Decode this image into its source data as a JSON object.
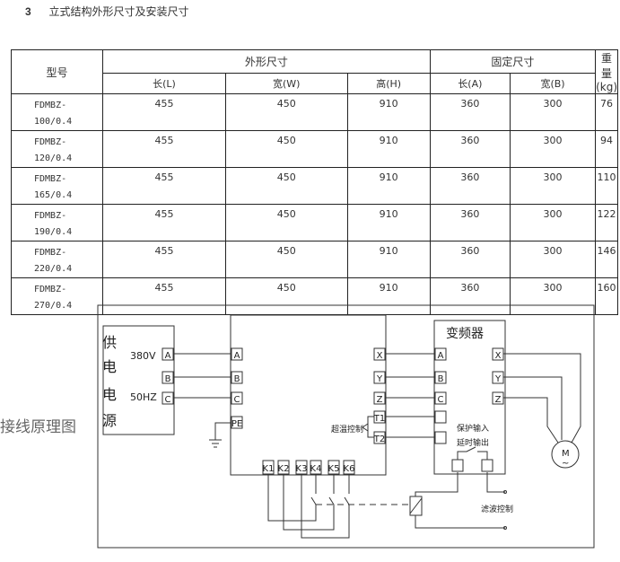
{
  "heading": {
    "number": "3",
    "title": "立式结构外形尺寸及安装尺寸"
  },
  "table": {
    "headers": {
      "model": "型号",
      "outer": "外形尺寸",
      "fixed": "固定尺寸",
      "weight": "重量 (kg)",
      "L": "长(L)",
      "W": "宽(W)",
      "H": "高(H)",
      "A": "长(A)",
      "B": "宽(B)"
    },
    "rows": [
      {
        "model1": "FDMBZ-",
        "model2": "100/0.4",
        "L": "455",
        "W": "450",
        "H": "910",
        "A": "360",
        "B": "300",
        "kg": "76"
      },
      {
        "model1": "FDMBZ-",
        "model2": "120/0.4",
        "L": "455",
        "W": "450",
        "H": "910",
        "A": "360",
        "B": "300",
        "kg": "94"
      },
      {
        "model1": "FDMBZ-",
        "model2": "165/0.4",
        "L": "455",
        "W": "450",
        "H": "910",
        "A": "360",
        "B": "300",
        "kg": "110"
      },
      {
        "model1": "FDMBZ-",
        "model2": "190/0.4",
        "L": "455",
        "W": "450",
        "H": "910",
        "A": "360",
        "B": "300",
        "kg": "122"
      },
      {
        "model1": "FDMBZ-",
        "model2": "220/0.4",
        "L": "455",
        "W": "450",
        "H": "910",
        "A": "360",
        "B": "300",
        "kg": "146"
      },
      {
        "model1": "FDMBZ-",
        "model2": "270/0.4",
        "L": "455",
        "W": "450",
        "H": "910",
        "A": "360",
        "B": "300",
        "kg": "160"
      }
    ]
  },
  "diagram": {
    "side_label": "接线原理图",
    "power": {
      "c1": "供",
      "c2": "电",
      "c3": "电",
      "c4": "源",
      "voltage": "380V",
      "freq": "50HZ",
      "A": "A",
      "B": "B",
      "C": "C"
    },
    "main": {
      "A": "A",
      "B": "B",
      "C": "C",
      "PE": "PE",
      "X": "X",
      "Y": "Y",
      "Z": "Z",
      "T1": "T1",
      "T2": "T2",
      "K1": "K1",
      "K2": "K2",
      "K3": "K3",
      "K4": "K4",
      "K5": "K5",
      "K6": "K6",
      "overtemp": "超温控制"
    },
    "vfd": {
      "title": "变频器",
      "A": "A",
      "B": "B",
      "C": "C",
      "X": "X",
      "Y": "Y",
      "Z": "Z",
      "prot1": "保护输入",
      "prot2": "延时输出"
    },
    "motor": {
      "M": "M",
      "tilde": "~"
    },
    "filter": "滤波控制"
  }
}
